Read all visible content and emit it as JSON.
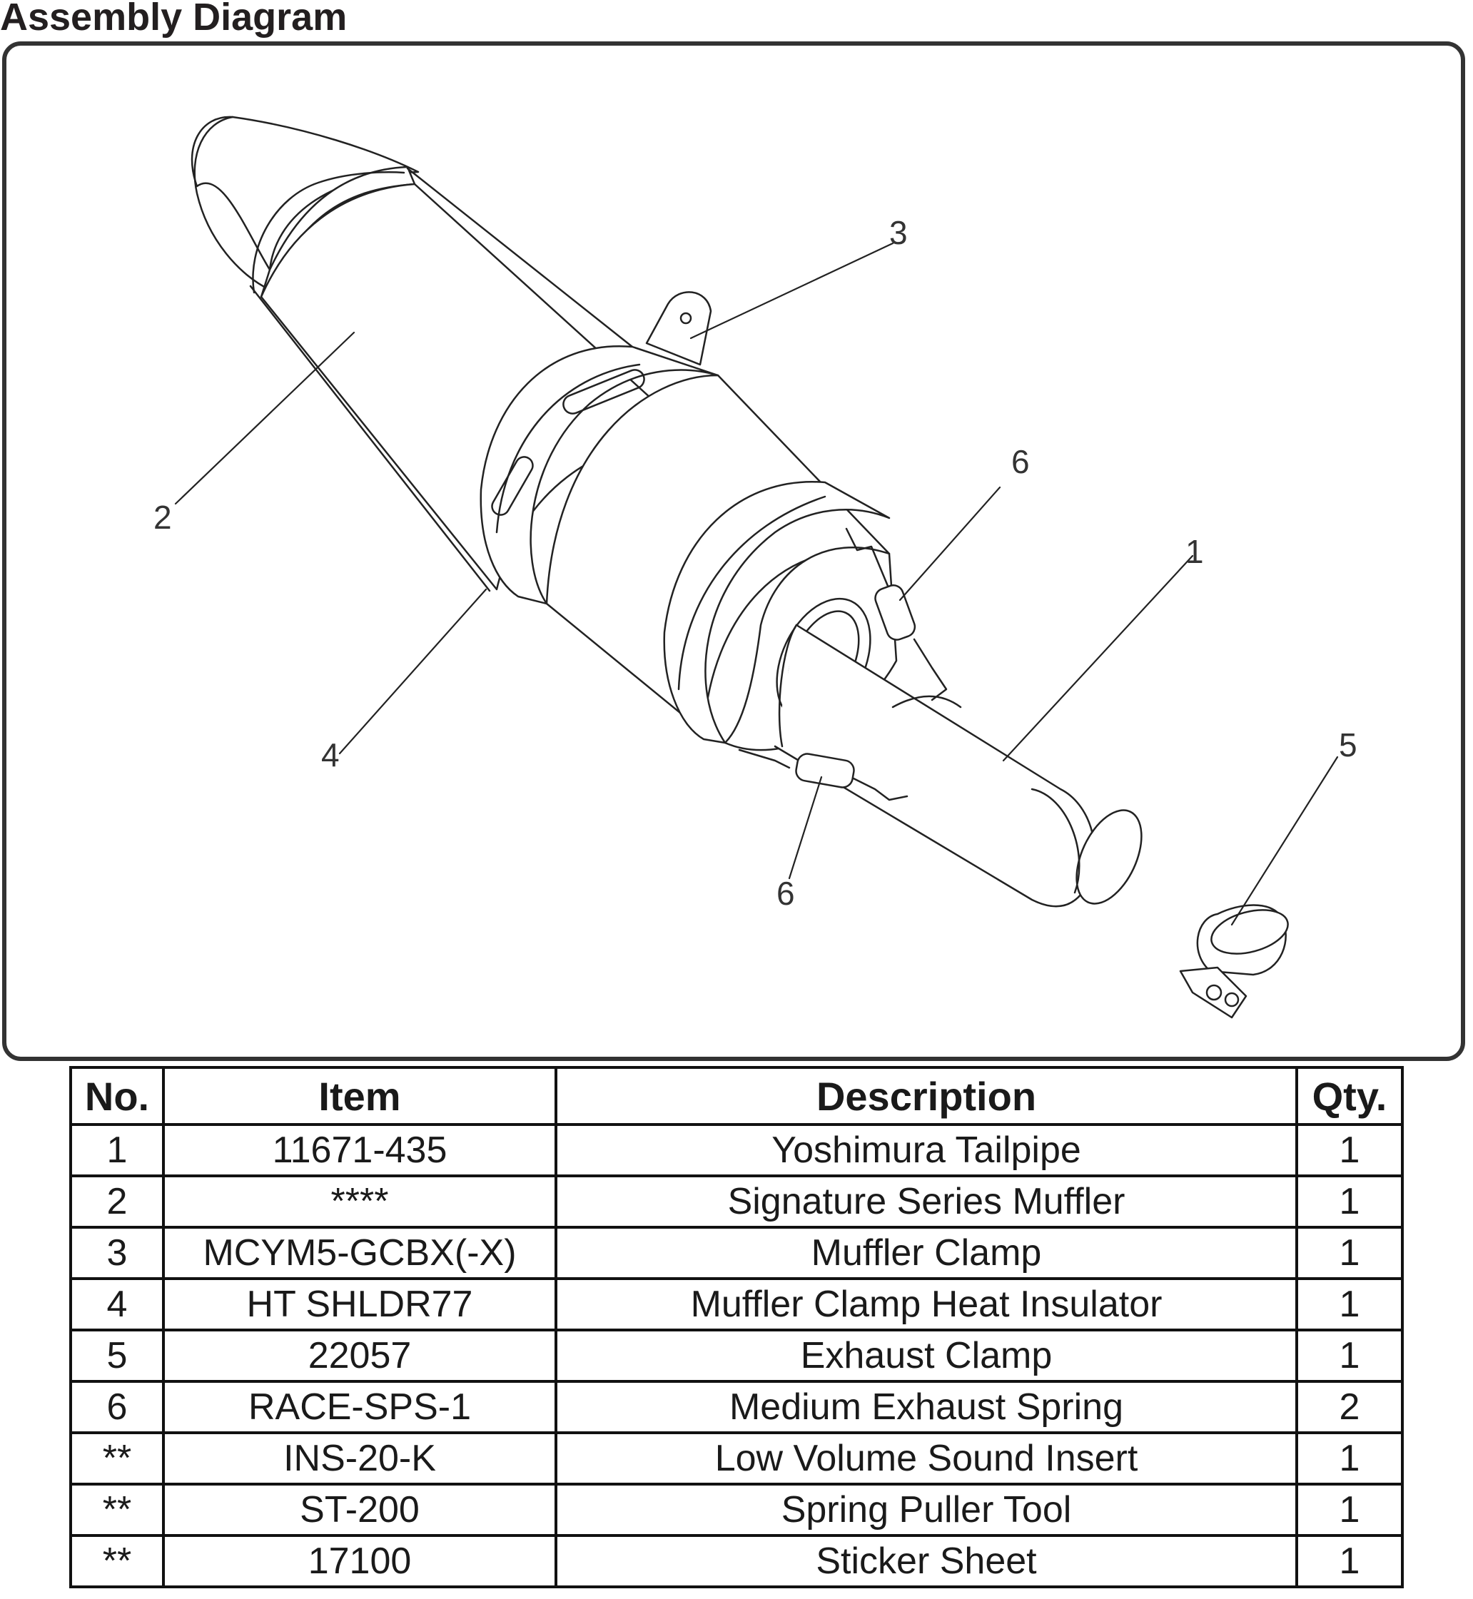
{
  "title": "Assembly Diagram",
  "callouts": [
    "1",
    "2",
    "3",
    "4",
    "5",
    "6",
    "6"
  ],
  "table": {
    "headers": {
      "no": "No.",
      "item": "Item",
      "description": "Description",
      "qty": "Qty."
    },
    "rows": [
      {
        "no": "1",
        "item": "11671-435",
        "description": "Yoshimura Tailpipe",
        "qty": "1"
      },
      {
        "no": "2",
        "item": "****",
        "description": "Signature Series Muffler",
        "qty": "1"
      },
      {
        "no": "3",
        "item": "MCYM5-GCBX(-X)",
        "description": "Muffler Clamp",
        "qty": "1"
      },
      {
        "no": "4",
        "item": "HT SHLDR77",
        "description": "Muffler Clamp Heat Insulator",
        "qty": "1"
      },
      {
        "no": "5",
        "item": "22057",
        "description": "Exhaust Clamp",
        "qty": "1"
      },
      {
        "no": "6",
        "item": "RACE-SPS-1",
        "description": "Medium Exhaust Spring",
        "qty": "2"
      },
      {
        "no": "**",
        "item": "INS-20-K",
        "description": "Low Volume Sound Insert",
        "qty": "1"
      },
      {
        "no": "**",
        "item": "ST-200",
        "description": "Spring Puller Tool",
        "qty": "1"
      },
      {
        "no": "**",
        "item": "17100",
        "description": "Sticker Sheet",
        "qty": "1"
      }
    ]
  }
}
